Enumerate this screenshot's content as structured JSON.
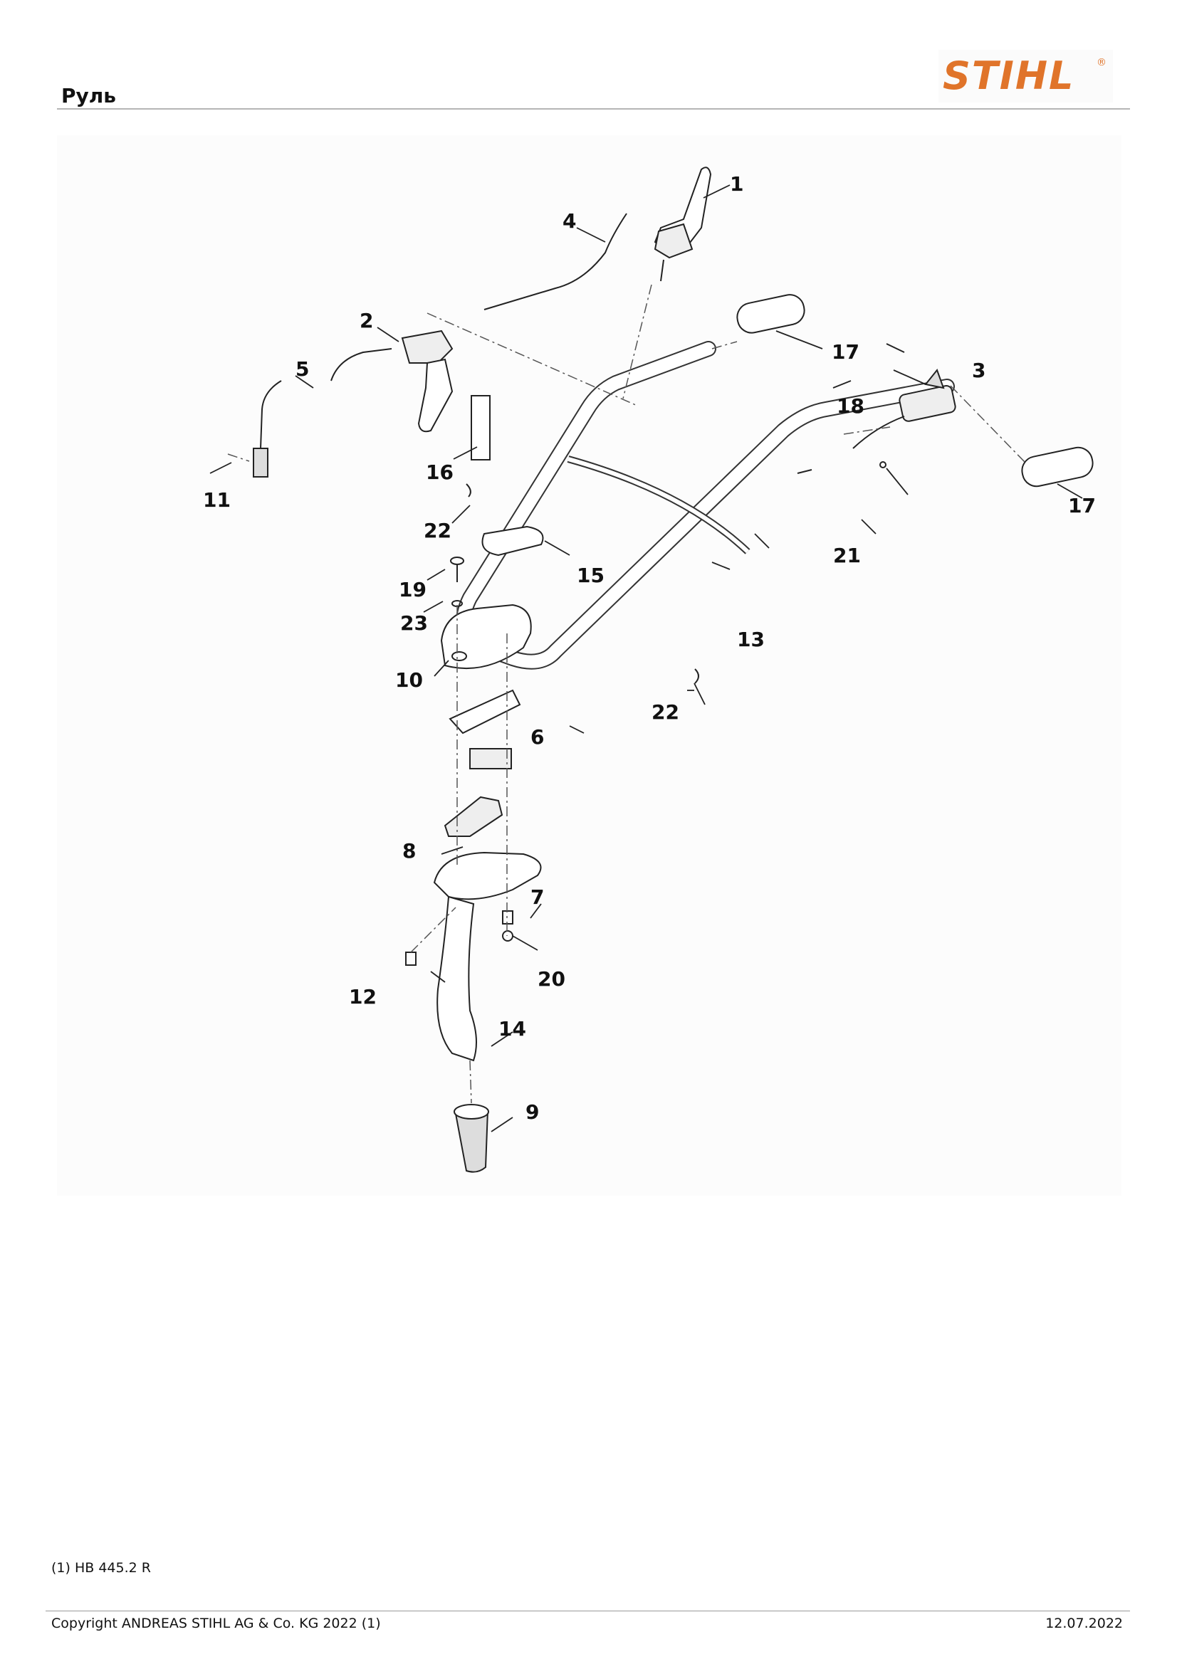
{
  "header": {
    "title": "Руль",
    "logo_text": "STIHL",
    "logo_mark": "®",
    "brand_color": "#e0742a"
  },
  "diagram": {
    "callouts": [
      "1",
      "2",
      "3",
      "4",
      "5",
      "6",
      "7",
      "8",
      "9",
      "10",
      "11",
      "12",
      "13",
      "14",
      "15",
      "16",
      "17",
      "17",
      "18",
      "19",
      "20",
      "21",
      "22",
      "22",
      "23"
    ]
  },
  "note": "(1) HB 445.2 R",
  "footer": {
    "copyright": "Copyright ANDREAS STIHL AG & Co. KG 2022 (1)",
    "date": "12.07.2022"
  }
}
